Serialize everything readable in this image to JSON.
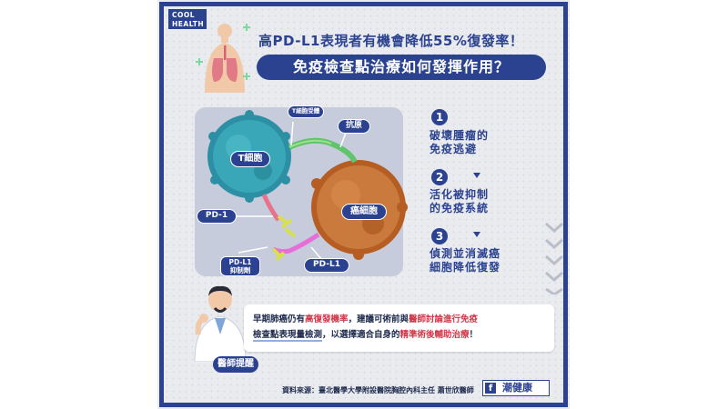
{
  "logo": {
    "line1": "COOL",
    "line2": "HEALTH"
  },
  "title": {
    "headline": "高PD-L1表現者有機會降低55%復發率！",
    "subheadline": "免疫檢查點治療如何發揮作用？"
  },
  "diagram": {
    "t_cell": "T細胞",
    "tumor_cell": "癌細胞",
    "t_cell_receptor": "T細胞受體",
    "antigen": "抗原",
    "pd1": "PD-1",
    "pdl1_inhibitor_line1": "PD-L1",
    "pdl1_inhibitor_line2": "抑制劑",
    "pdl1": "PD-L1"
  },
  "steps": [
    {
      "num": "1",
      "line1": "破壞腫瘤的",
      "line2": "免疫逃避"
    },
    {
      "num": "2",
      "line1": "活化被抑制",
      "line2": "的免疫系統"
    },
    {
      "num": "3",
      "line1": "偵測並消滅癌",
      "line2": "細胞降低復發"
    }
  ],
  "advice": {
    "p1": "早期肺癌仍有",
    "p2": "高復發機率",
    "p3": "，建議可術前與",
    "p4": "醫師討論進行免疫",
    "p5": "檢查點表現量檢測",
    "p6": "，以選擇適合自身的",
    "p7": "精準術後輔助治療",
    "p8": "！"
  },
  "reminder": "醫師提醒",
  "source": "資料來源：臺北醫學大學附設醫院胸腔內科主任 蕭世欣醫師",
  "brand": {
    "icon": "f",
    "name": "潮健康"
  },
  "colors": {
    "navy": "#2b4290",
    "red": "#d2384a",
    "tcell": "#2c8fa3",
    "tumor": "#c46a2c"
  }
}
